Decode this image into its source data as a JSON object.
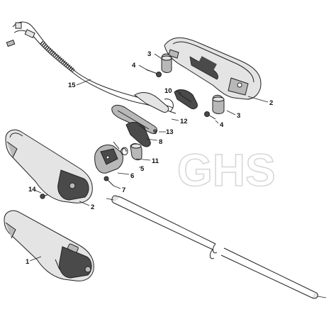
{
  "watermark": "GHS",
  "colors": {
    "line": "#222222",
    "part_light": "#e4e4e4",
    "part_mid": "#b8b8b8",
    "part_dark": "#4a4a4a",
    "watermark": "#d8d8d8"
  },
  "callouts": {
    "c1": "1",
    "c2a": "2",
    "c2b": "2",
    "c3a": "3",
    "c3b": "3",
    "c4a": "4",
    "c4b": "4",
    "c5": "5",
    "c6": "6",
    "c7": "7",
    "c8": "8",
    "c9": "9",
    "c10": "10",
    "c11": "11",
    "c12": "12",
    "c13": "13",
    "c14": "14",
    "c15": "15"
  }
}
